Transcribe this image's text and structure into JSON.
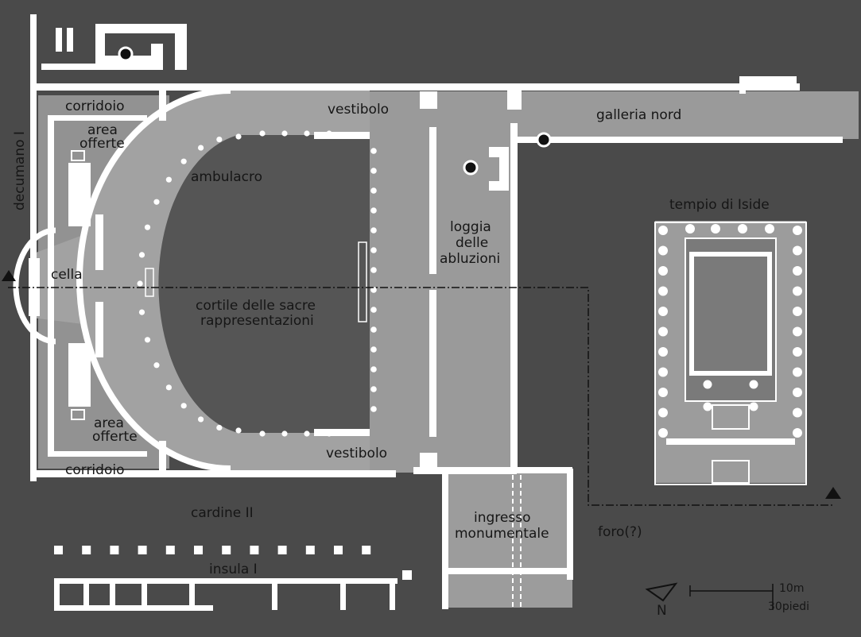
{
  "labels": {
    "decumano": "decumano I",
    "corridoio_top": "corridoio",
    "corridoio_bottom": "corridoio",
    "area_offerte_top_1": "area",
    "area_offerte_top_2": "offerte",
    "area_offerte_bottom_1": "area",
    "area_offerte_bottom_2": "offerte",
    "cella": "cella",
    "ambulacro": "ambulacro",
    "vestibolo_top": "vestibolo",
    "vestibolo_bottom": "vestibolo",
    "galleria_nord": "galleria nord",
    "loggia_1": "loggia",
    "loggia_2": "delle",
    "loggia_3": "abluzioni",
    "cortile_1": "cortile delle sacre",
    "cortile_2": "rappresentazioni",
    "tempio": "tempio di Iside",
    "cardine": "cardine II",
    "insula": "insula I",
    "ingresso_1": "ingresso",
    "ingresso_2": "monumentale",
    "foro": "foro(?)",
    "scale_m": "10m",
    "scale_ft": "30piedi",
    "north": "N"
  },
  "colors": {
    "background": "#4a4a4a",
    "floor": "#9a9a9a",
    "court": "#555555",
    "walls": "#ffffff",
    "text": "#161616"
  }
}
